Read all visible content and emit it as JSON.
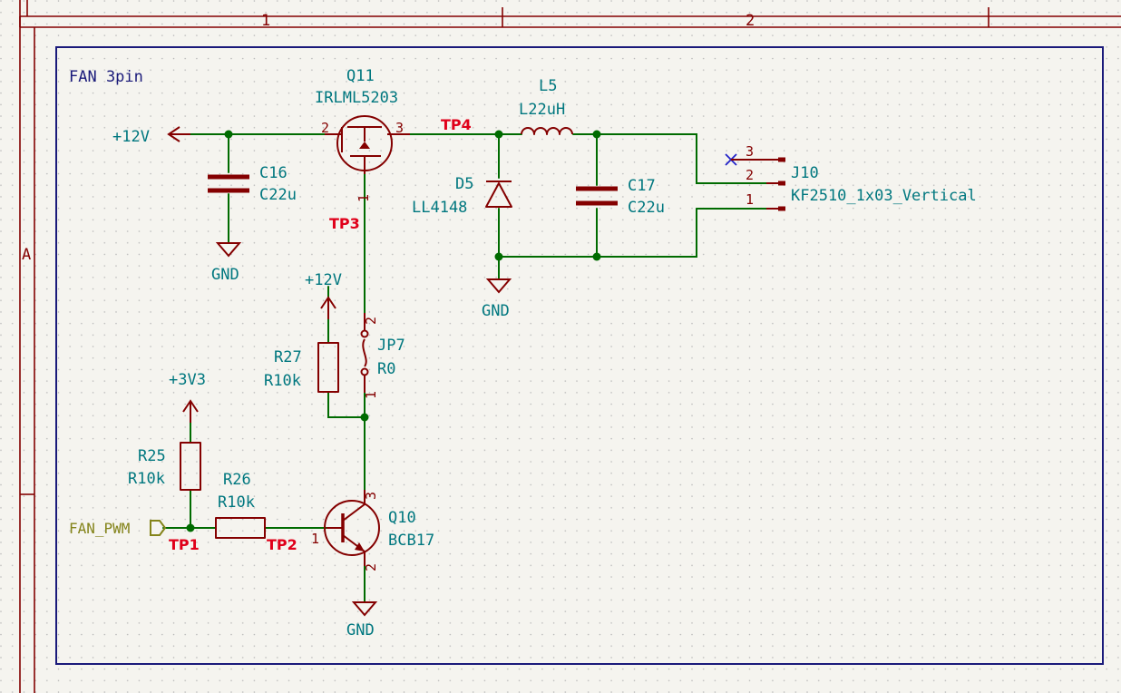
{
  "sheet": {
    "title": "FAN 3pin",
    "column_labels": [
      "1",
      "2"
    ],
    "row_label": "A"
  },
  "components": {
    "q11": {
      "ref": "Q11",
      "value": "IRLML5203",
      "pins": [
        "2",
        "3",
        "1"
      ]
    },
    "l5": {
      "ref": "L5",
      "value": "L22uH"
    },
    "c16": {
      "ref": "C16",
      "value": "C22u"
    },
    "c17": {
      "ref": "C17",
      "value": "C22u"
    },
    "d5": {
      "ref": "D5",
      "value": "LL4148"
    },
    "j10": {
      "ref": "J10",
      "value": "KF2510_1x03_Vertical",
      "pins": [
        "3",
        "2",
        "1"
      ]
    },
    "jp7": {
      "ref": "JP7",
      "value": "R0",
      "pins": [
        "2",
        "1"
      ]
    },
    "r27": {
      "ref": "R27",
      "value": "R10k"
    },
    "r25": {
      "ref": "R25",
      "value": "R10k"
    },
    "r26": {
      "ref": "R26",
      "value": "R10k"
    },
    "q10": {
      "ref": "Q10",
      "value": "BCB17",
      "pins": [
        "3",
        "1",
        "2"
      ]
    }
  },
  "power": {
    "p12v_left": "+12V",
    "p12v_jp": "+12V",
    "p3v3": "+3V3",
    "gnd_c16": "GND",
    "gnd_d5": "GND",
    "gnd_q10": "GND"
  },
  "testpoints": {
    "tp1": "TP1",
    "tp2": "TP2",
    "tp3": "TP3",
    "tp4": "TP4"
  },
  "hier_label": "FAN_PWM",
  "colors": {
    "wire": "#006b00",
    "part": "#840000",
    "ref_text": "#00777f",
    "testpoint": "#e0001a",
    "sheet_border": "#1a1a7a",
    "background": "#f5f4ef"
  }
}
